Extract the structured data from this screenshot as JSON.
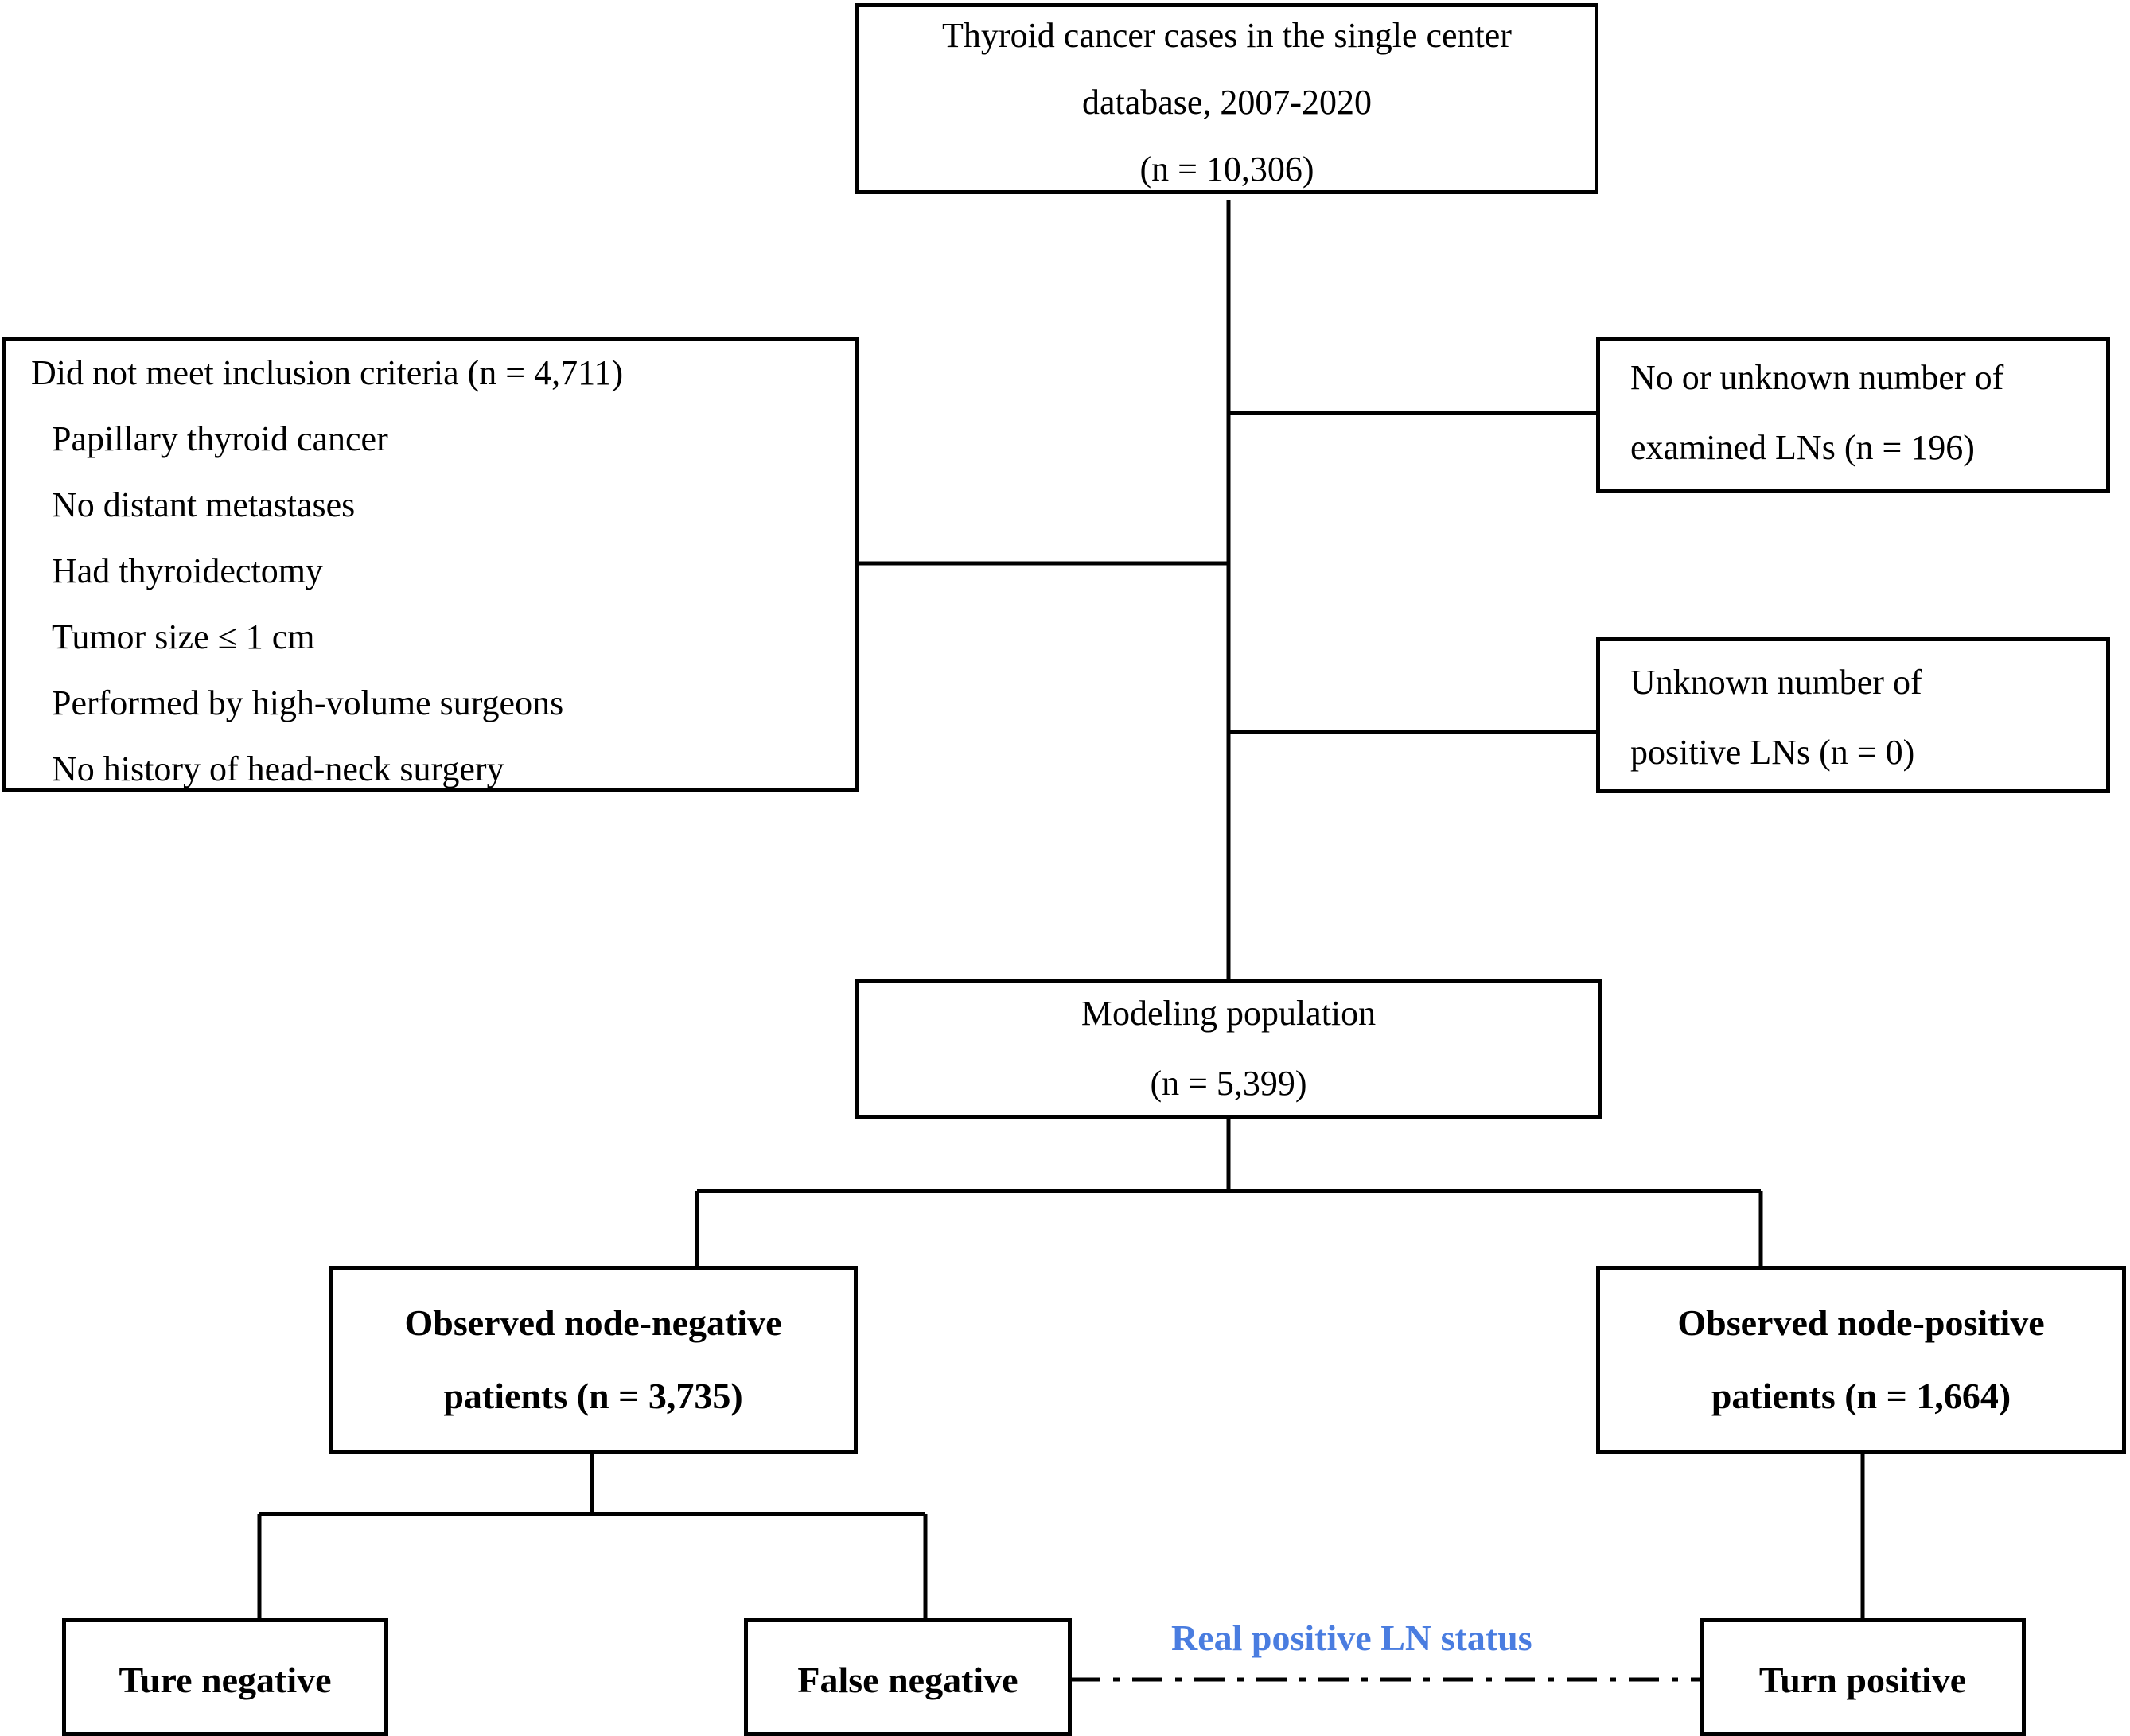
{
  "top_box": {
    "lines": [
      "Thyroid cancer cases in the single center",
      "database, 2007-2020",
      "(n = 10,306)"
    ]
  },
  "exclusion_box": {
    "title": "Did not meet inclusion criteria (n = 4,711)",
    "items": [
      "Papillary thyroid cancer",
      "No distant metastases",
      "Had thyroidectomy",
      "Tumor size ≤ 1 cm",
      "Performed by high-volume surgeons",
      "No history of head-neck surgery"
    ]
  },
  "right_box_1": {
    "lines": [
      "No or unknown number of",
      "examined LNs (n = 196)"
    ]
  },
  "right_box_2": {
    "lines": [
      "Unknown number of",
      "positive LNs (n = 0)"
    ]
  },
  "modeling_box": {
    "lines": [
      "Modeling population",
      "(n = 5,399)"
    ]
  },
  "negative_box": {
    "lines": [
      "Observed node-negative",
      "patients (n = 3,735)"
    ]
  },
  "positive_box": {
    "lines": [
      "Observed node-positive",
      "patients (n = 1,664)"
    ]
  },
  "true_negative_box": {
    "label": "Ture negative"
  },
  "false_negative_box": {
    "label": "False negative"
  },
  "turn_positive_box": {
    "label": "Turn positive"
  },
  "dash_label": "Real positive LN status",
  "colors": {
    "line": "#000000",
    "accent": "#4a7de0"
  }
}
